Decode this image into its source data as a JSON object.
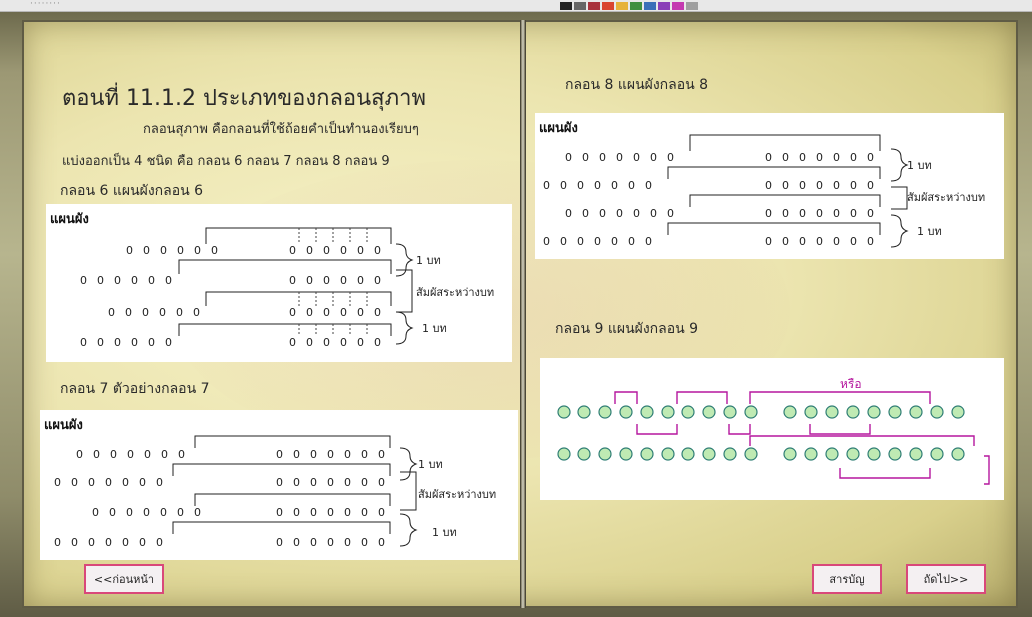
{
  "page": {
    "title": "ตอนที่ 11.1.2 ประเภทของกลอนสุภาพ",
    "definition": "กลอนสุภาพ คือกลอนที่ใช้ถ้อยคำเป็นทำนองเรียบๆ",
    "types": "แบ่งออกเป็น 4 ชนิด คือ กลอน 6 กลอน 7 กลอน 8 กลอน 9"
  },
  "sections": {
    "klon6": {
      "heading": "กลอน 6  แผนผังกลอน 6",
      "panel_label": "แผนผัง"
    },
    "klon7": {
      "heading": "กลอน 7  ตัวอย่างกลอน 7",
      "panel_label": "แผนผัง"
    },
    "klon8": {
      "heading": "กลอน 8  แผนผังกลอน 8",
      "panel_label": "แผนผัง"
    },
    "klon9": {
      "heading": "กลอน 9  แผนผังกลอน 9",
      "alt_label": "หรือ"
    }
  },
  "diagram": {
    "one_stanza": "1 บท",
    "cross_rhyme": "สัมผัสระหว่างบท",
    "syllable": "0"
  },
  "nav": {
    "prev_label": "<<ก่อนหน้า",
    "toc_label": "สารบัญ",
    "next_label": "ถัดไป>>"
  },
  "colors": {
    "accent": "#d9487a",
    "circle_fill": "#bfeab3",
    "circle_stroke": "#2e7d74",
    "bracket": "#b5179e"
  }
}
